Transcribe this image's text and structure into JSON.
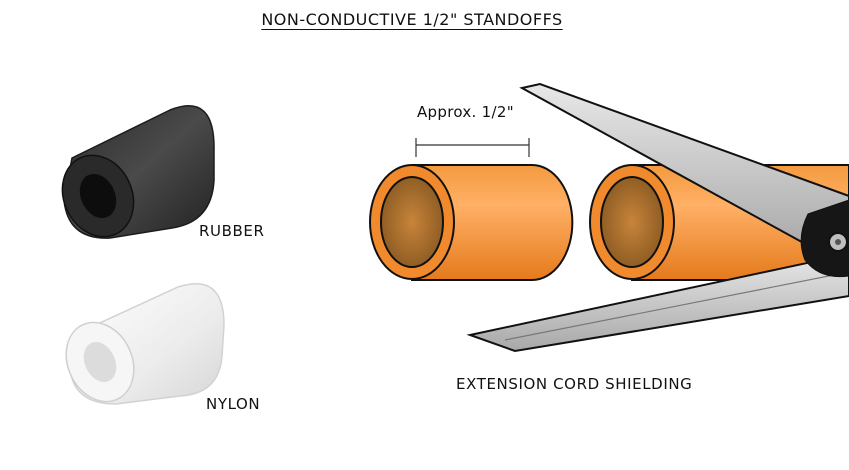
{
  "title": "NON-CONDUCTIVE 1/2\" STANDOFFS",
  "labels": {
    "rubber": "RUBBER",
    "nylon": "NYLON",
    "measure": "Approx. 1/2\"",
    "cord": "EXTENSION CORD SHIELDING"
  },
  "colors": {
    "rubber": "#3a3a3a",
    "nylon": "#f2f2f2",
    "tube_orange": "#ef8a2a",
    "tube_inner": "#b9782e",
    "outline": "#111111",
    "blade": "#c8c8c8"
  }
}
